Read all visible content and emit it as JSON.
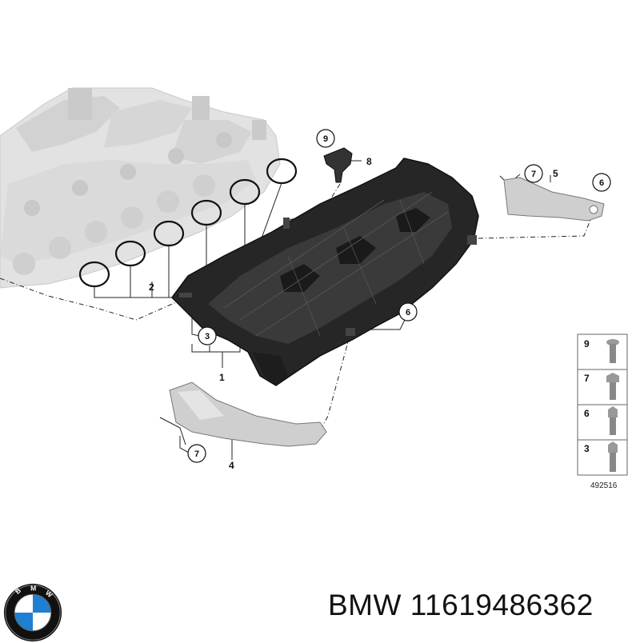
{
  "diagram": {
    "callouts": {
      "c9": "9",
      "c7a": "7",
      "c6a": "6",
      "c3": "3",
      "c6b": "6",
      "c7b": "7"
    },
    "labels": {
      "l8": "8",
      "l5": "5",
      "l2": "2",
      "l1": "1",
      "l4": "4"
    },
    "legend": {
      "rows": [
        "9",
        "7",
        "6",
        "3"
      ]
    },
    "diagram_code": "492516"
  },
  "footer": {
    "brand": "BMW",
    "part_number": "11619486362",
    "logo_letters": "BMW"
  },
  "colors": {
    "ghost_head": "#d8d8d8",
    "cover_dark": "#222222",
    "bracket": "#c9c9c9",
    "bmw_blue": "#1f7fd0"
  }
}
